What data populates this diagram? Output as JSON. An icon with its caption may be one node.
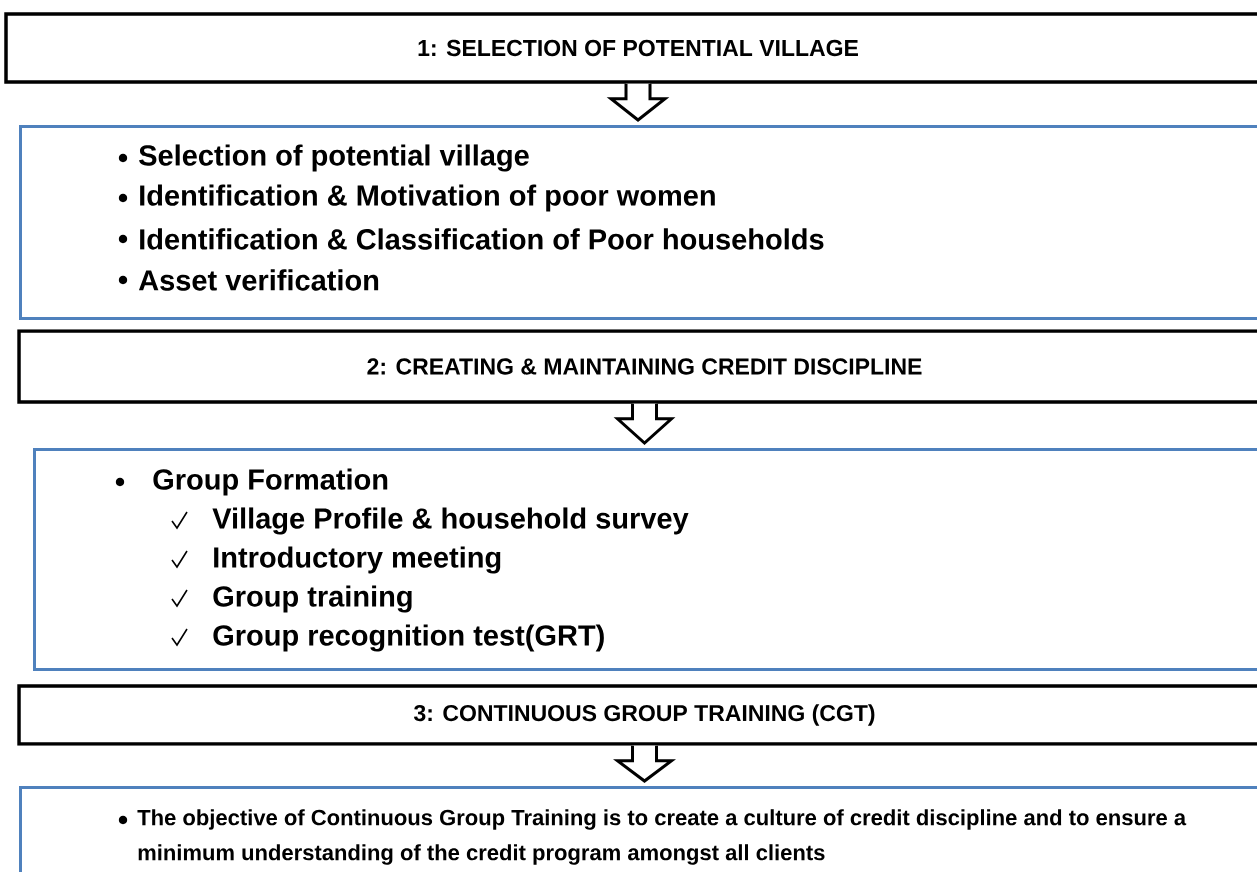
{
  "diagram": {
    "nodes": [
      {
        "text": [
          "1: SELECTION OF POTENTIAL VILLAGE"
        ]
      },
      {
        "text": [
          "Selection of potential village",
          "Identification & Motivation of poor women",
          "Identification & Classification of Poor households",
          "Asset verification"
        ]
      },
      {
        "text": [
          "2: CREATING & MAINTAINING CREDIT DISCIPLINE"
        ]
      },
      {
        "text": [
          "Group Formation",
          "Village Profile & household survey",
          "Introductory meeting",
          "Group training",
          "Group recognition test(GRT)"
        ]
      },
      {
        "text": [
          "3: CONTINUOUS GROUP TRAINING (CGT)"
        ]
      },
      {
        "text": [
          "The objective of Continuous Group Training is to create a culture of credit discipline and to ensure a minimum understanding of the credit program amongst all clients"
        ]
      }
    ],
    "edges": [
      {
        "from": 0,
        "to": 1,
        "arrow": "to"
      },
      {
        "from": 2,
        "to": 3,
        "arrow": "to"
      },
      {
        "from": 4,
        "to": 5,
        "arrow": "to"
      }
    ]
  }
}
